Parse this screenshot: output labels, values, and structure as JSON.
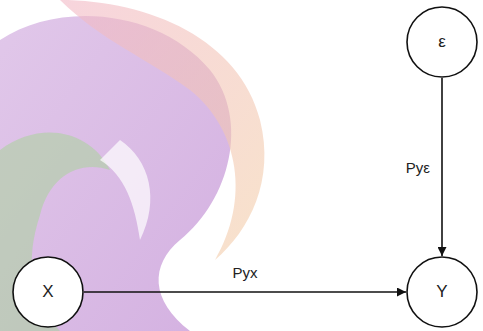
{
  "diagram": {
    "nodes": [
      {
        "text": [
          "ε"
        ]
      },
      {
        "text": [
          "X"
        ]
      },
      {
        "text": [
          "Y"
        ]
      }
    ],
    "edges": [
      {
        "from": 1,
        "to": 2,
        "label": "Pyx",
        "arrow": "to"
      },
      {
        "from": 0,
        "to": 2,
        "label": "Pyε",
        "arrow": "to"
      }
    ]
  }
}
